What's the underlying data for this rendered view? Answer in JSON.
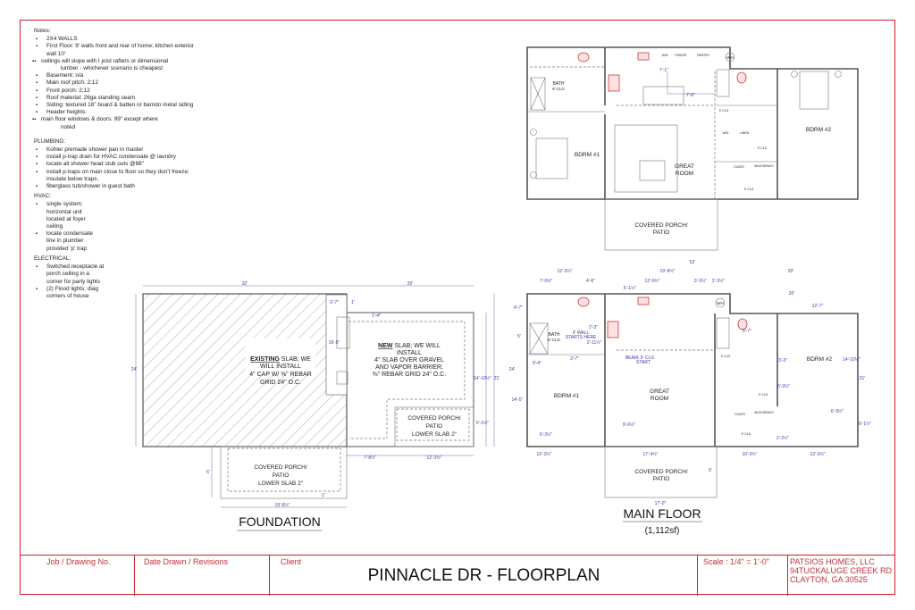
{
  "notes": {
    "title": "Notes:",
    "items": [
      {
        "text": "2X4 WALLS",
        "sub": false
      },
      {
        "text": "First Floor: 9' walls front and rear of home; kitchen exterior wall 10'",
        "sub": false
      },
      {
        "text": "ceilings will slope with I joist rafters or dimensional",
        "cont": "lumber - whichever scenario is cheapest",
        "sub": true
      },
      {
        "text": "Basement:  n/a",
        "sub": false
      },
      {
        "text": "Main roof pitch: 2:12",
        "sub": false
      },
      {
        "text": "Front porch:  2:12",
        "sub": false
      },
      {
        "text": "Roof material:  26ga standing seam",
        "sub": false
      },
      {
        "text": "Siding:  textured 16\" board & batten or barndo metal siding",
        "sub": false
      },
      {
        "text": "Header heights:",
        "sub": false
      },
      {
        "text": "main floor windows & doors:  99\" except where",
        "cont": "noted",
        "sub": true
      }
    ],
    "plumbing_title": "PLUMBING:",
    "plumbing": [
      "Kohler premade shower pan in master",
      "install p-trap drain for HVAC condensate @ laundry",
      "locate all shower head stub outs @88\"",
      "install p-traps on main close to floor so they don't freeze; insulate below traps.",
      "fiberglass tub/shower in guest bath"
    ],
    "hvac_title": "HVAC:",
    "hvac": [
      "single system; horizontal unit located at foyer ceiling",
      "locate condensate line in plumber provided 'p' trap"
    ],
    "electrical_title": "ELECTRICAL:",
    "electrical": [
      "Switched receptacle at porch ceiling in a corner for party lights",
      "(2) Flood lights; diag corners of house"
    ]
  },
  "upper_plan": {
    "rooms": {
      "bath": "BATH",
      "bath_clg": "9' CLG",
      "bdrm1": "BDRM #1",
      "bdrm2": "BDRM #2",
      "great1": "GREAT",
      "great2": "ROOM",
      "porch1": "COVERED PORCH/",
      "porch2": "PATIO",
      "dw": "D/W",
      "fridge": "FRIDGE",
      "pantry": "PANTRY",
      "wh": "WH",
      "clg1": "9' CLG",
      "clg2": "9' CLG",
      "clg3": "9' CLG",
      "linen": "LINEN",
      "coats": "COATS",
      "bench": "MUD BENCH",
      "wd": "W/D"
    },
    "dims": {
      "d1": "7'-1\"",
      "d2": "7'-6\""
    }
  },
  "foundation": {
    "existing_bold": "EXISTING",
    "existing_l1": " SLAB; WE",
    "existing_l2": "WILL INSTALL",
    "existing_l3": "4\" CAP W/ ⅜\" REBAR",
    "existing_l4": "GRID 24\" O.C.",
    "new_bold": "NEW",
    "new_l1": " SLAB; WE WILL",
    "new_l2": "INSTALL",
    "new_l3": "4\" SLAB OVER GRAVEL",
    "new_l4": "AND VAPOR BARRIER;",
    "new_l5": "⅜\" REBAR GRID 24\" O.C.",
    "porch_r1": "COVERED PORCH/",
    "porch_r2": "PATIO",
    "porch_r3": "LOWER SLAB 2\"",
    "porch_b1": "COVERED PORCH/",
    "porch_b2": "PATIO",
    "porch_b3": "LOWER SLAB 2\"",
    "title": "FOUNDATION",
    "dims": [
      "32'",
      "20'",
      "3'-7\"",
      "1'",
      "1'-4\"",
      "16'-5\"",
      "24'",
      "14'-10½\"",
      "21'",
      "6'-1½\"",
      "7'-8½\"",
      "12'-3½\"",
      "6'",
      "1'",
      "19'-8½\""
    ]
  },
  "main_floor": {
    "rooms": {
      "bath": "BATH",
      "bath_clg": "9' CLG",
      "wall_note1": "9' WALL",
      "wall_note2": "STARTS HERE",
      "beam1": "BEAM; 9' CLG",
      "beam2": "START",
      "bdrm1": "BDRM #1",
      "bdrm2": "BDRM #2",
      "great1": "GREAT",
      "great2": "ROOM",
      "porch1": "COVERED PORCH/",
      "porch2": "PATIO",
      "wh": "WH",
      "clg1": "9' CLG",
      "clg2": "9' CLG",
      "clg3": "9' CLG",
      "coats": "COATS",
      "bench": "MUD BENCH"
    },
    "dims": [
      "52'",
      "12'-3½\"",
      "19'-8½\"",
      "20'",
      "7'-0½\"",
      "4'-6\"",
      "12'-0½\"",
      "3'-3½\"",
      "2'-3½\"",
      "6'-1½\"",
      "20'",
      "12'-7\"",
      "4'-7\"",
      "5'",
      "24'",
      "14'-5\"",
      "9'-4\"",
      "3'-7\"",
      "2'-3\"",
      "2'-11½\"",
      "9'-0½\"",
      "6'-3½\"",
      "5'-7\"",
      "3'-3\"",
      "5'-3½\"",
      "14'-10½\"",
      "21'",
      "6'-3½\"",
      "6'-1½\"",
      "2'-2½\"",
      "12'-3½\"",
      "17'-4½\"",
      "10'-0½\"",
      "12'-3½\"",
      "6'",
      "17'-0\""
    ],
    "title": "MAIN FLOOR",
    "area": "(1,112sf)"
  },
  "title_block": {
    "job": "Job / Drawing No.",
    "date": "Date Drawn / Revisions",
    "client": "Client",
    "title": "PINNACLE DR - FLOORPLAN",
    "scale": "Scale :  1/4\" = 1'-0\"",
    "company": "PATSIOS HOMES, LLC",
    "address1": "94TUCKALUGE CREEK RD",
    "address2": "CLAYTON, GA 30525"
  },
  "colors": {
    "border": "#d0202a",
    "dimension": "#3a3aa8",
    "fixture": "#dd3333"
  }
}
